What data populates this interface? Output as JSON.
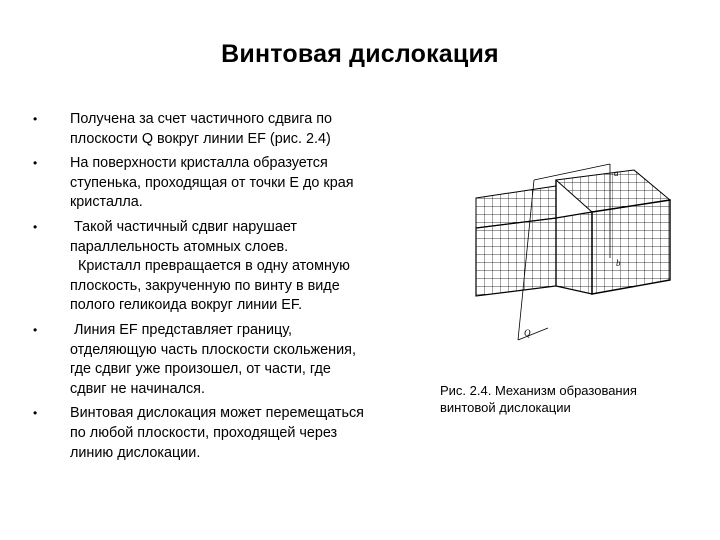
{
  "title": "Винтовая дислокация",
  "bullets": [
    {
      "lines": [
        "Получена за счет частичного сдвига по",
        "плоскости Q вокруг линии EF (рис. 2.4)"
      ]
    },
    {
      "lines": [
        "На поверхности кристалла образуется",
        "ступенька, проходящая от точки Е до края",
        "кристалла."
      ]
    },
    {
      "lines": [
        " Такой частичный сдвиг нарушает",
        "параллельность атомных слоев.",
        "  Кристалл превращается в одну атомную",
        "плоскость, закрученную по винту в виде",
        "полого геликоида вокруг линии EF."
      ]
    },
    {
      "lines": [
        " Линия EF представляет границу,",
        "отделяющую часть плоскости скольжения,",
        "где сдвиг уже произошел, от части, где",
        "сдвиг не начинался."
      ]
    },
    {
      "lines": [
        "Винтовая дислокация может перемещаться",
        "по любой плоскости, проходящей через",
        "линию дислокации."
      ]
    }
  ],
  "figure": {
    "labels": {
      "top": "a",
      "middle": "b",
      "bottom": "Q"
    }
  },
  "caption": {
    "line1": "Рис. 2.4. Механизм образования",
    "line2": "винтовой дислокации"
  }
}
